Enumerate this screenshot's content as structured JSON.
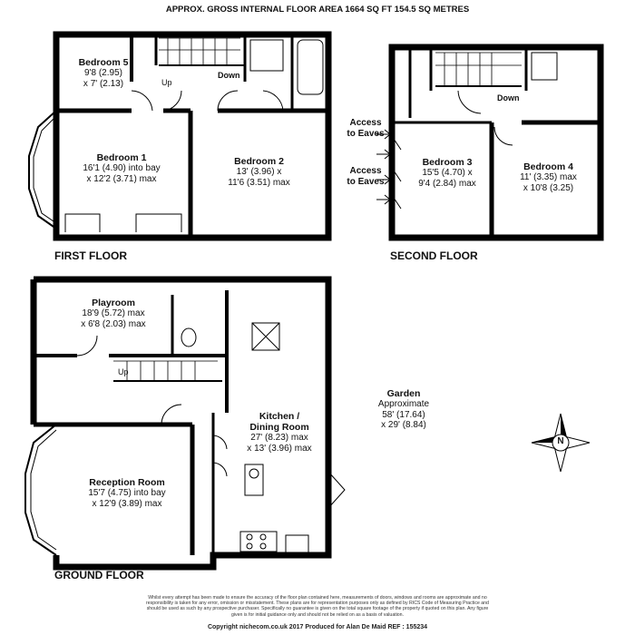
{
  "header": {
    "title": "APPROX. GROSS INTERNAL FLOOR AREA 1664 SQ FT 154.5 SQ METRES"
  },
  "floors": {
    "first": "FIRST FLOOR",
    "second": "SECOND FLOOR",
    "ground": "GROUND FLOOR"
  },
  "rooms": {
    "bedroom5": {
      "name": "Bedroom 5",
      "d1": "9'8 (2.95)",
      "d2": "x 7' (2.13)"
    },
    "bedroom1": {
      "name": "Bedroom 1",
      "d1": "16'1 (4.90) into bay",
      "d2": "x 12'2 (3.71) max"
    },
    "bedroom2": {
      "name": "Bedroom 2",
      "d1": "13' (3.96) x",
      "d2": "11'6 (3.51) max"
    },
    "bedroom3": {
      "name": "Bedroom 3",
      "d1": "15'5 (4.70) x",
      "d2": "9'4 (2.84) max"
    },
    "bedroom4": {
      "name": "Bedroom 4",
      "d1": "11' (3.35) max",
      "d2": "x 10'8 (3.25)"
    },
    "playroom": {
      "name": "Playroom",
      "d1": "18'9 (5.72) max",
      "d2": "x 6'8 (2.03) max"
    },
    "kitchen": {
      "name": "Kitchen /",
      "name2": "Dining Room",
      "d1": "27' (8.23) max",
      "d2": "x 13' (3.96) max"
    },
    "reception": {
      "name": "Reception Room",
      "d1": "15'7 (4.75) into bay",
      "d2": "x 12'9 (3.89) max"
    },
    "garden": {
      "name": "Garden",
      "l1": "Approximate",
      "d1": "58' (17.64)",
      "d2": "x 29' (8.84)"
    }
  },
  "labels": {
    "up_first": "Up",
    "down_first": "Down",
    "down_second": "Down",
    "up_ground": "Up",
    "eaves1a": "Access",
    "eaves1b": "to Eaves",
    "eaves2a": "Access",
    "eaves2b": "to Eaves",
    "compass": "N"
  },
  "footer": {
    "disclaimer": "Whilst every attempt has been made to ensure the accuracy of the floor plan contained here, measurements of doors, windows and rooms are approximate and no responsibility is taken for any error, omission or misstatement. These plans are for representation purposes only as defined by RICS Code of Measuring Practice and should be used as such by any prospective purchaser. Specifically no guarantee is given on the total square footage of the property if quoted on this plan. Any figure given is for initial guidance only and should not be relied on as a basis of valuation.",
    "copyright": "Copyright nichecom.co.uk 2017    Produced for Alan De Maid    REF : 155234"
  }
}
